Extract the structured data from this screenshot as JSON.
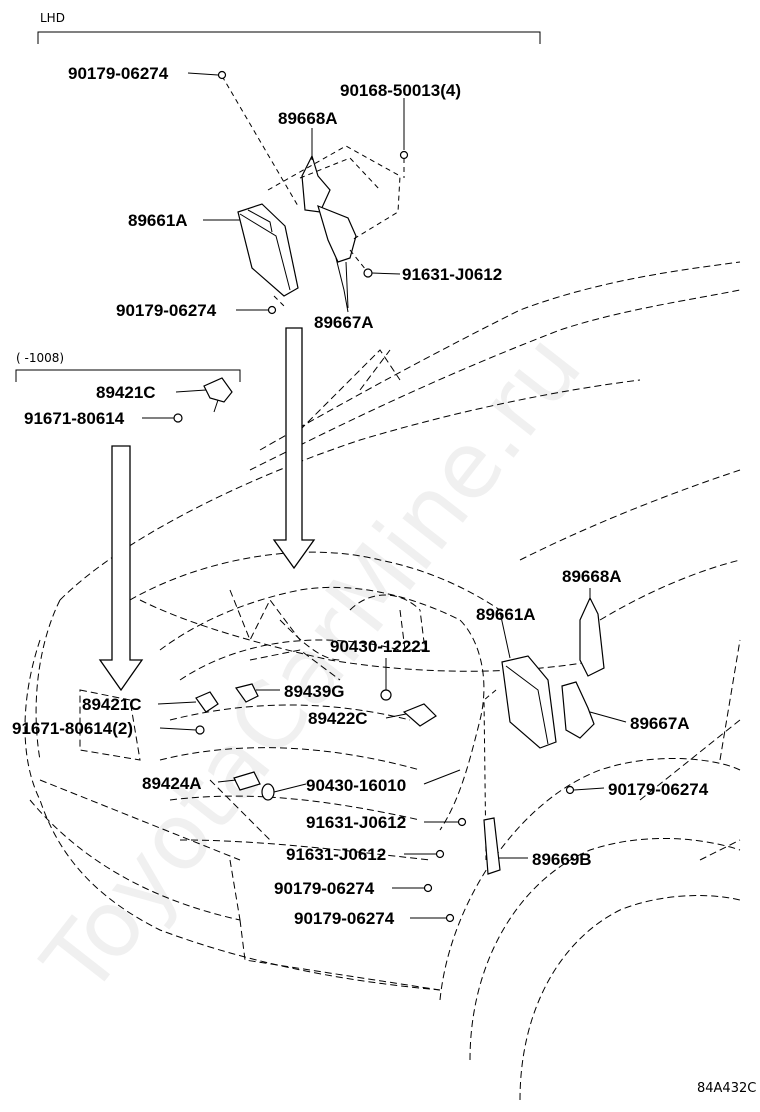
{
  "diagram_id": "84A432C",
  "watermark": "ToyotaCarMine.ru",
  "groups": {
    "lhd": "LHD",
    "date_range": "(      -1008)"
  },
  "callouts": [
    "90179-06274",
    "90168-50013(4)",
    "89668A",
    "89661A",
    "91631-J0612",
    "90179-06274",
    "89667A",
    "89421C",
    "91671-80614",
    "89668A",
    "89661A",
    "90430-12221",
    "89421C",
    "89439G",
    "91671-80614(2)",
    "89422C",
    "89667A",
    "89424A",
    "90430-16010",
    "90179-06274",
    "91631-J0612",
    "91631-J0612",
    "89669B",
    "90179-06274",
    "90179-06274"
  ]
}
